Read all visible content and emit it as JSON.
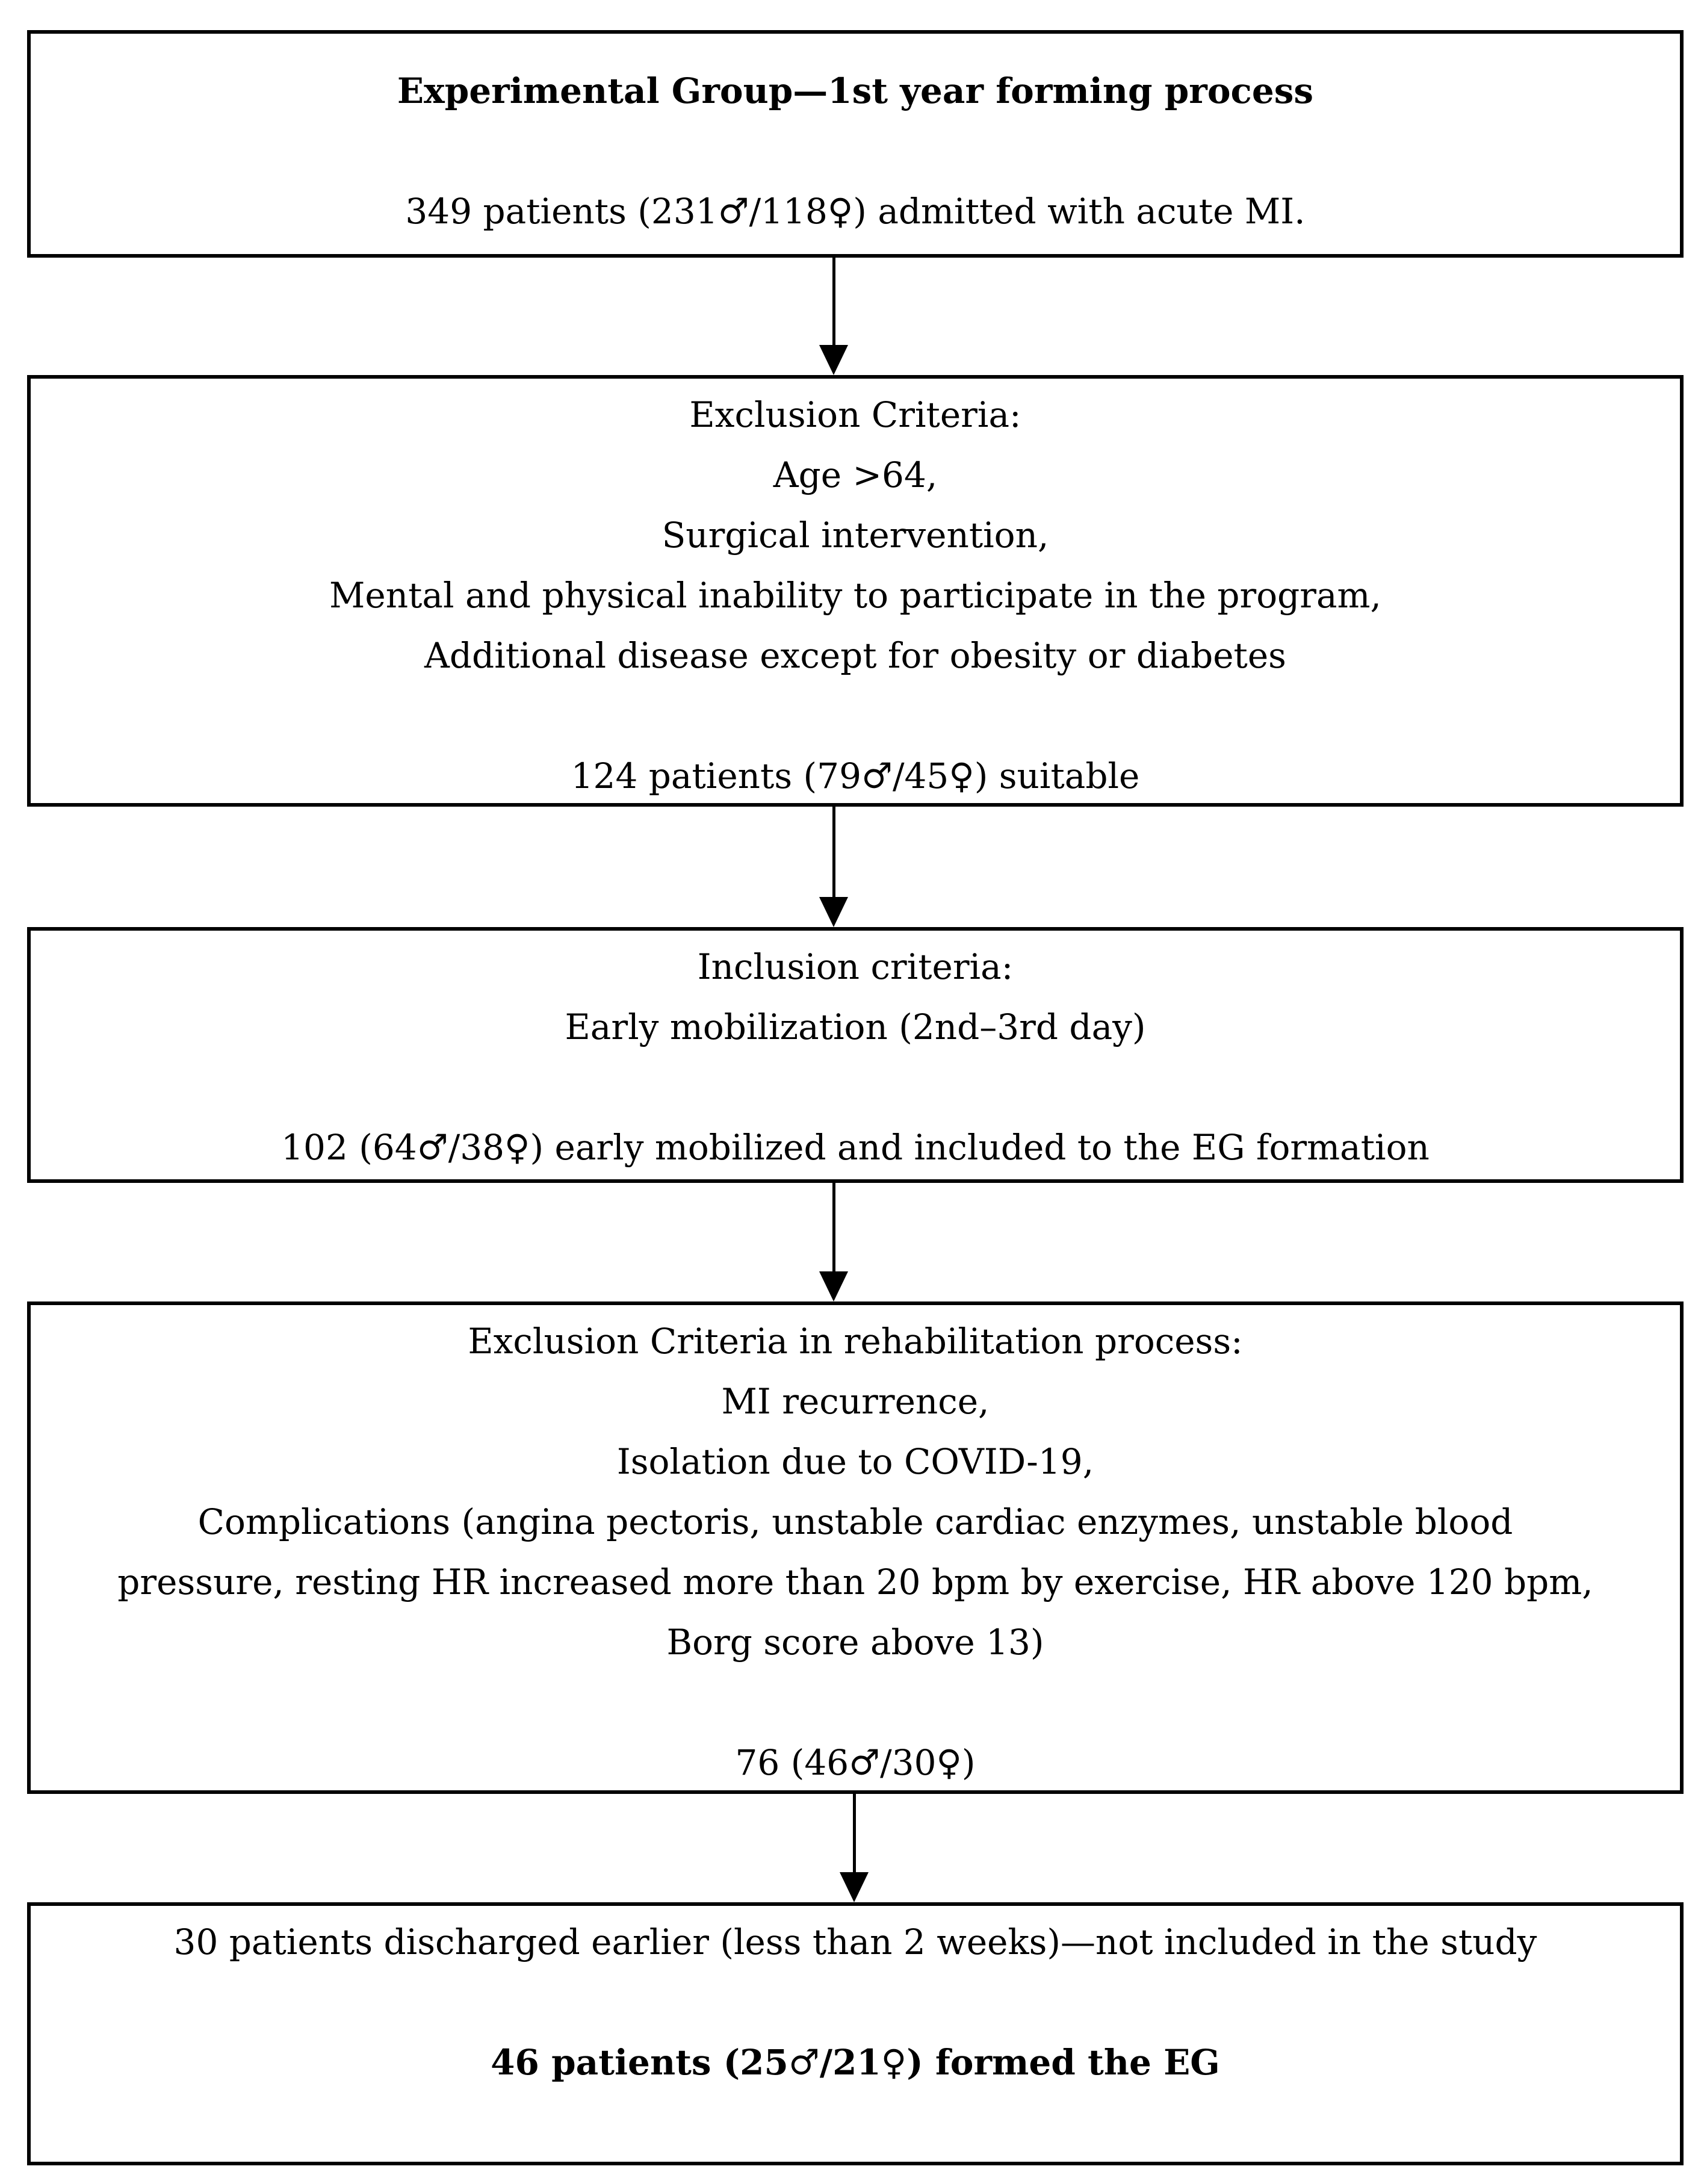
{
  "colors": {
    "background": "#ffffff",
    "text": "#000000",
    "border": "#000000",
    "arrow": "#000000"
  },
  "boxes": [
    {
      "id": "experimental-group-forming",
      "lines": [
        "Experimental Group—1st year forming process",
        "",
        "349 patients (231♂/118♀) admitted with acute MI."
      ]
    },
    {
      "id": "exclusion-criteria",
      "lines": [
        "Exclusion Criteria:",
        "Age >64,",
        "Surgical intervention,",
        "Mental and physical inability to participate in the program,",
        "Additional disease except for obesity or diabetes",
        "",
        "124 patients (79♂/45♀) suitable"
      ]
    },
    {
      "id": "inclusion-criteria",
      "lines": [
        "Inclusion criteria:",
        "Early mobilization (2nd–3rd day)",
        "",
        "102 (64♂/38♀) early mobilized and included to the EG formation"
      ]
    },
    {
      "id": "exclusion-criteria-rehabilitation",
      "lines": [
        "Exclusion Criteria in rehabilitation process:",
        "MI recurrence,",
        "Isolation due to COVID-19,",
        "Complications (angina pectoris, unstable cardiac enzymes, unstable blood pressure, resting HR increased more than 20 bpm by exercise, HR above 120 bpm, Borg score above 13)",
        "",
        "76 (46♂/30♀)"
      ]
    },
    {
      "id": "final-eg",
      "lines": [
        "30 patients discharged earlier (less than 2 weeks)—not included in the study",
        "",
        "46 patients (25♂/21♀) formed the EG"
      ]
    }
  ]
}
